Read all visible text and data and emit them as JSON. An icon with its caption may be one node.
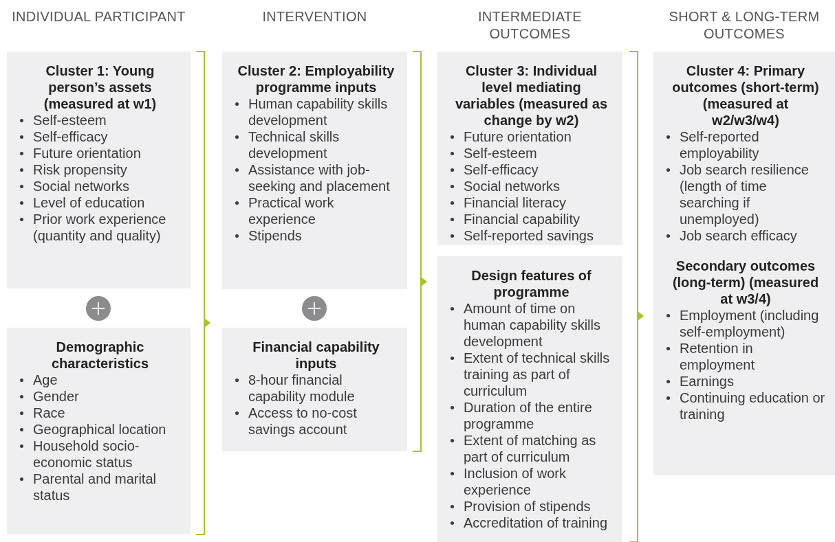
{
  "diagram": {
    "nodes": [
      {
        "text": [
          "Cluster 1: Young person’s assets (measured at w1)",
          "Self-esteem",
          "Self-efficacy",
          "Future orientation",
          "Risk propensity",
          "Social networks",
          "Level of education",
          "Prior work experience (quantity and quality)"
        ]
      },
      {
        "text": [
          "Demographic characteristics",
          "Age",
          "Gender",
          "Race",
          "Geographical location",
          "Household socio-economic status",
          "Parental and marital status"
        ]
      },
      {
        "text": [
          "Cluster 2: Employability programme inputs",
          "Human capability skills development",
          "Technical skills development",
          "Assistance with job-seeking and placement",
          "Practical work experience",
          "Stipends"
        ]
      },
      {
        "text": [
          "Financial capability inputs",
          "8-hour financial capability module",
          "Access to no-cost savings account"
        ]
      },
      {
        "text": [
          "Cluster 3: Individual level mediating variables (measured as change by w2)",
          "Future orientation",
          "Self-esteem",
          "Self-efficacy",
          "Social networks",
          "Financial literacy",
          "Financial capability",
          "Self-reported savings"
        ]
      },
      {
        "text": [
          "Design features of programme",
          "Amount of time on human capability skills development",
          "Extent of technical skills training as part of curriculum",
          "Duration of the entire programme",
          "Extent of matching as part of curriculum",
          "Inclusion of work experience",
          "Provision of stipends",
          "Accreditation of training"
        ]
      },
      {
        "text": [
          "Cluster 4: Primary outcomes (short-term) (measured at w2/w3/w4)",
          "Self-reported employability",
          "Job search resilience (length of time searching if unemployed)",
          "Job search efficacy",
          "Secondary outcomes (long-term) (measured at w3/4)",
          "Employment (including self-employment)",
          "Retention in employment",
          "Earnings",
          "Continuing education or training"
        ]
      }
    ],
    "labels": [
      "INDIVIDUAL PARTICIPANT",
      "INTERVENTION",
      "INTERMEDIATE OUTCOMES",
      "SHORT & LONG-TERM OUTCOMES"
    ]
  }
}
